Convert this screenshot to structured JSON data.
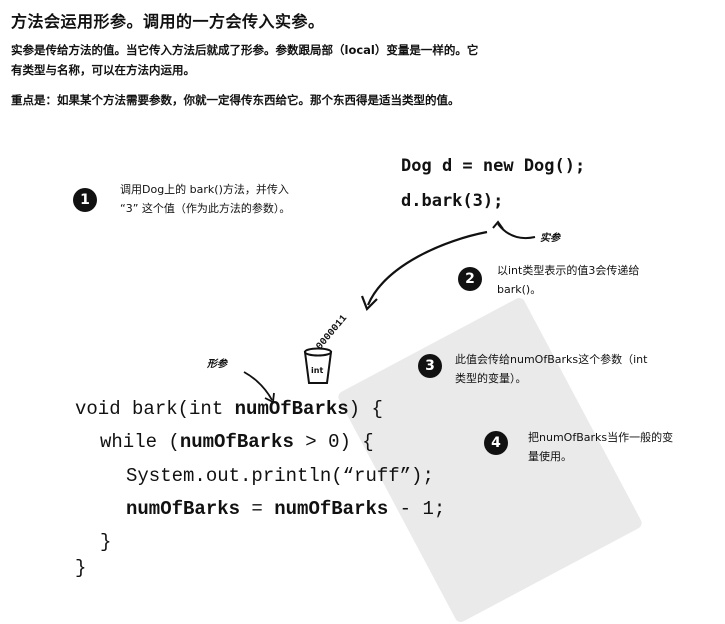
{
  "heading": "方法会运用形参。调用的一方会传入实参。",
  "paragraph1": "实参是传给方法的值。当它传入方法后就成了形参。参数跟局部（local）变量是一样的。它有类型与名称，可以在方法内运用。",
  "paragraph2": "重点是：如果某个方法需要参数，你就一定得传东西给它。那个东西得是适当类型的值。",
  "code_top": [
    "Dog d = new Dog();",
    "d.bark(3);"
  ],
  "notes": [
    {
      "num": "1",
      "lines": [
        "调用Dog上的 bark()方法，并传入",
        "“3” 这个值（作为此方法的参数）。"
      ]
    },
    {
      "num": "2",
      "lines": [
        "以int类型表示的值3会传递给",
        "bark()。"
      ]
    },
    {
      "num": "3",
      "lines": [
        "此值会传给numOfBarks这个参数（int",
        "类型的变量）。"
      ]
    },
    {
      "num": "4",
      "lines": [
        "把numOfBarks当作一般的变",
        "量使用。"
      ]
    }
  ],
  "hand_labels": {
    "argument": "实参",
    "parameter": "形参"
  },
  "bits": "0000011",
  "cup_label": "int",
  "code_bottom": {
    "l1_a": "void bark(int ",
    "l1_b": "numOfBarks",
    "l1_c": ") {",
    "l2_a": "while (",
    "l2_b": "numOfBarks",
    "l2_c": " > 0) {",
    "l3": "System.out.println(“ruff”);",
    "l4_a": "numOfBarks",
    "l4_b": " = ",
    "l4_c": "numOfBarks",
    "l4_d": " - 1;",
    "l5": "}",
    "l6": "}"
  }
}
